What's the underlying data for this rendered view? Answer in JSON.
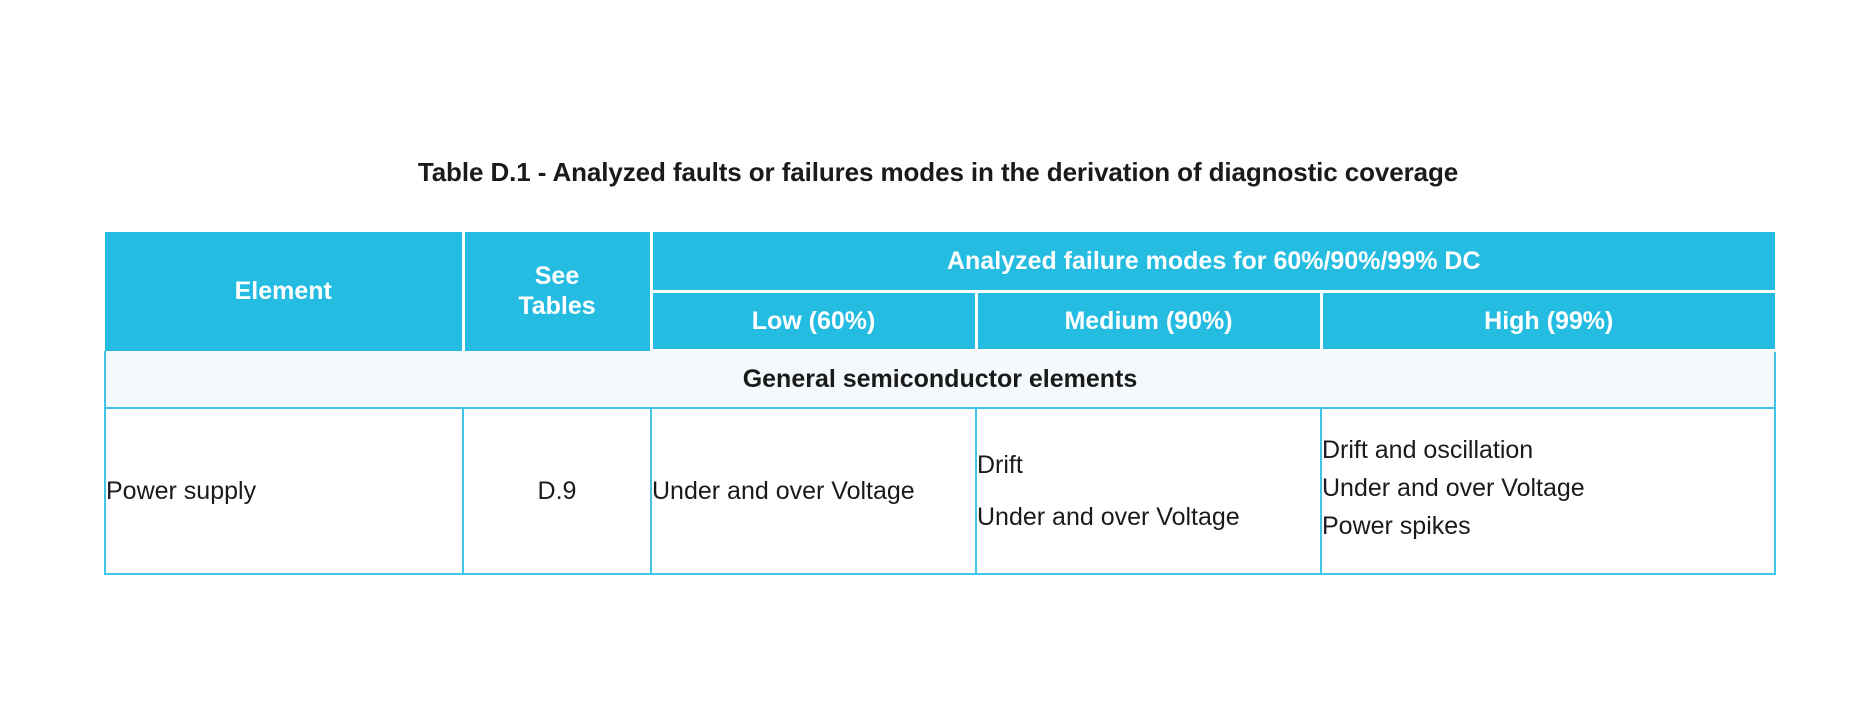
{
  "document": {
    "caption": "Table D.1 - Analyzed faults or failures modes in the derivation of diagnostic coverage"
  },
  "colors": {
    "header_fill": "#25bce2",
    "header_text": "#ffffff",
    "grid_border": "#41c4e8",
    "section_fill": "#f4f9fc",
    "body_text": "#1a1a1a"
  },
  "table": {
    "headers": {
      "element": "Element",
      "see_tables": "See\nTables",
      "group": "Analyzed failure modes for 60%/90%/99% DC",
      "low": "Low (60%)",
      "medium": "Medium (90%)",
      "high": "High (99%)"
    },
    "section_rows": [
      {
        "label": "General semiconductor elements"
      }
    ],
    "rows": [
      {
        "element": "Power supply",
        "see_tables": "D.9",
        "low": [
          "Under and over Voltage"
        ],
        "medium": [
          "Drift",
          "Under and over Voltage"
        ],
        "high": [
          "Drift and oscillation",
          "Under and over Voltage",
          "Power spikes"
        ]
      }
    ]
  }
}
